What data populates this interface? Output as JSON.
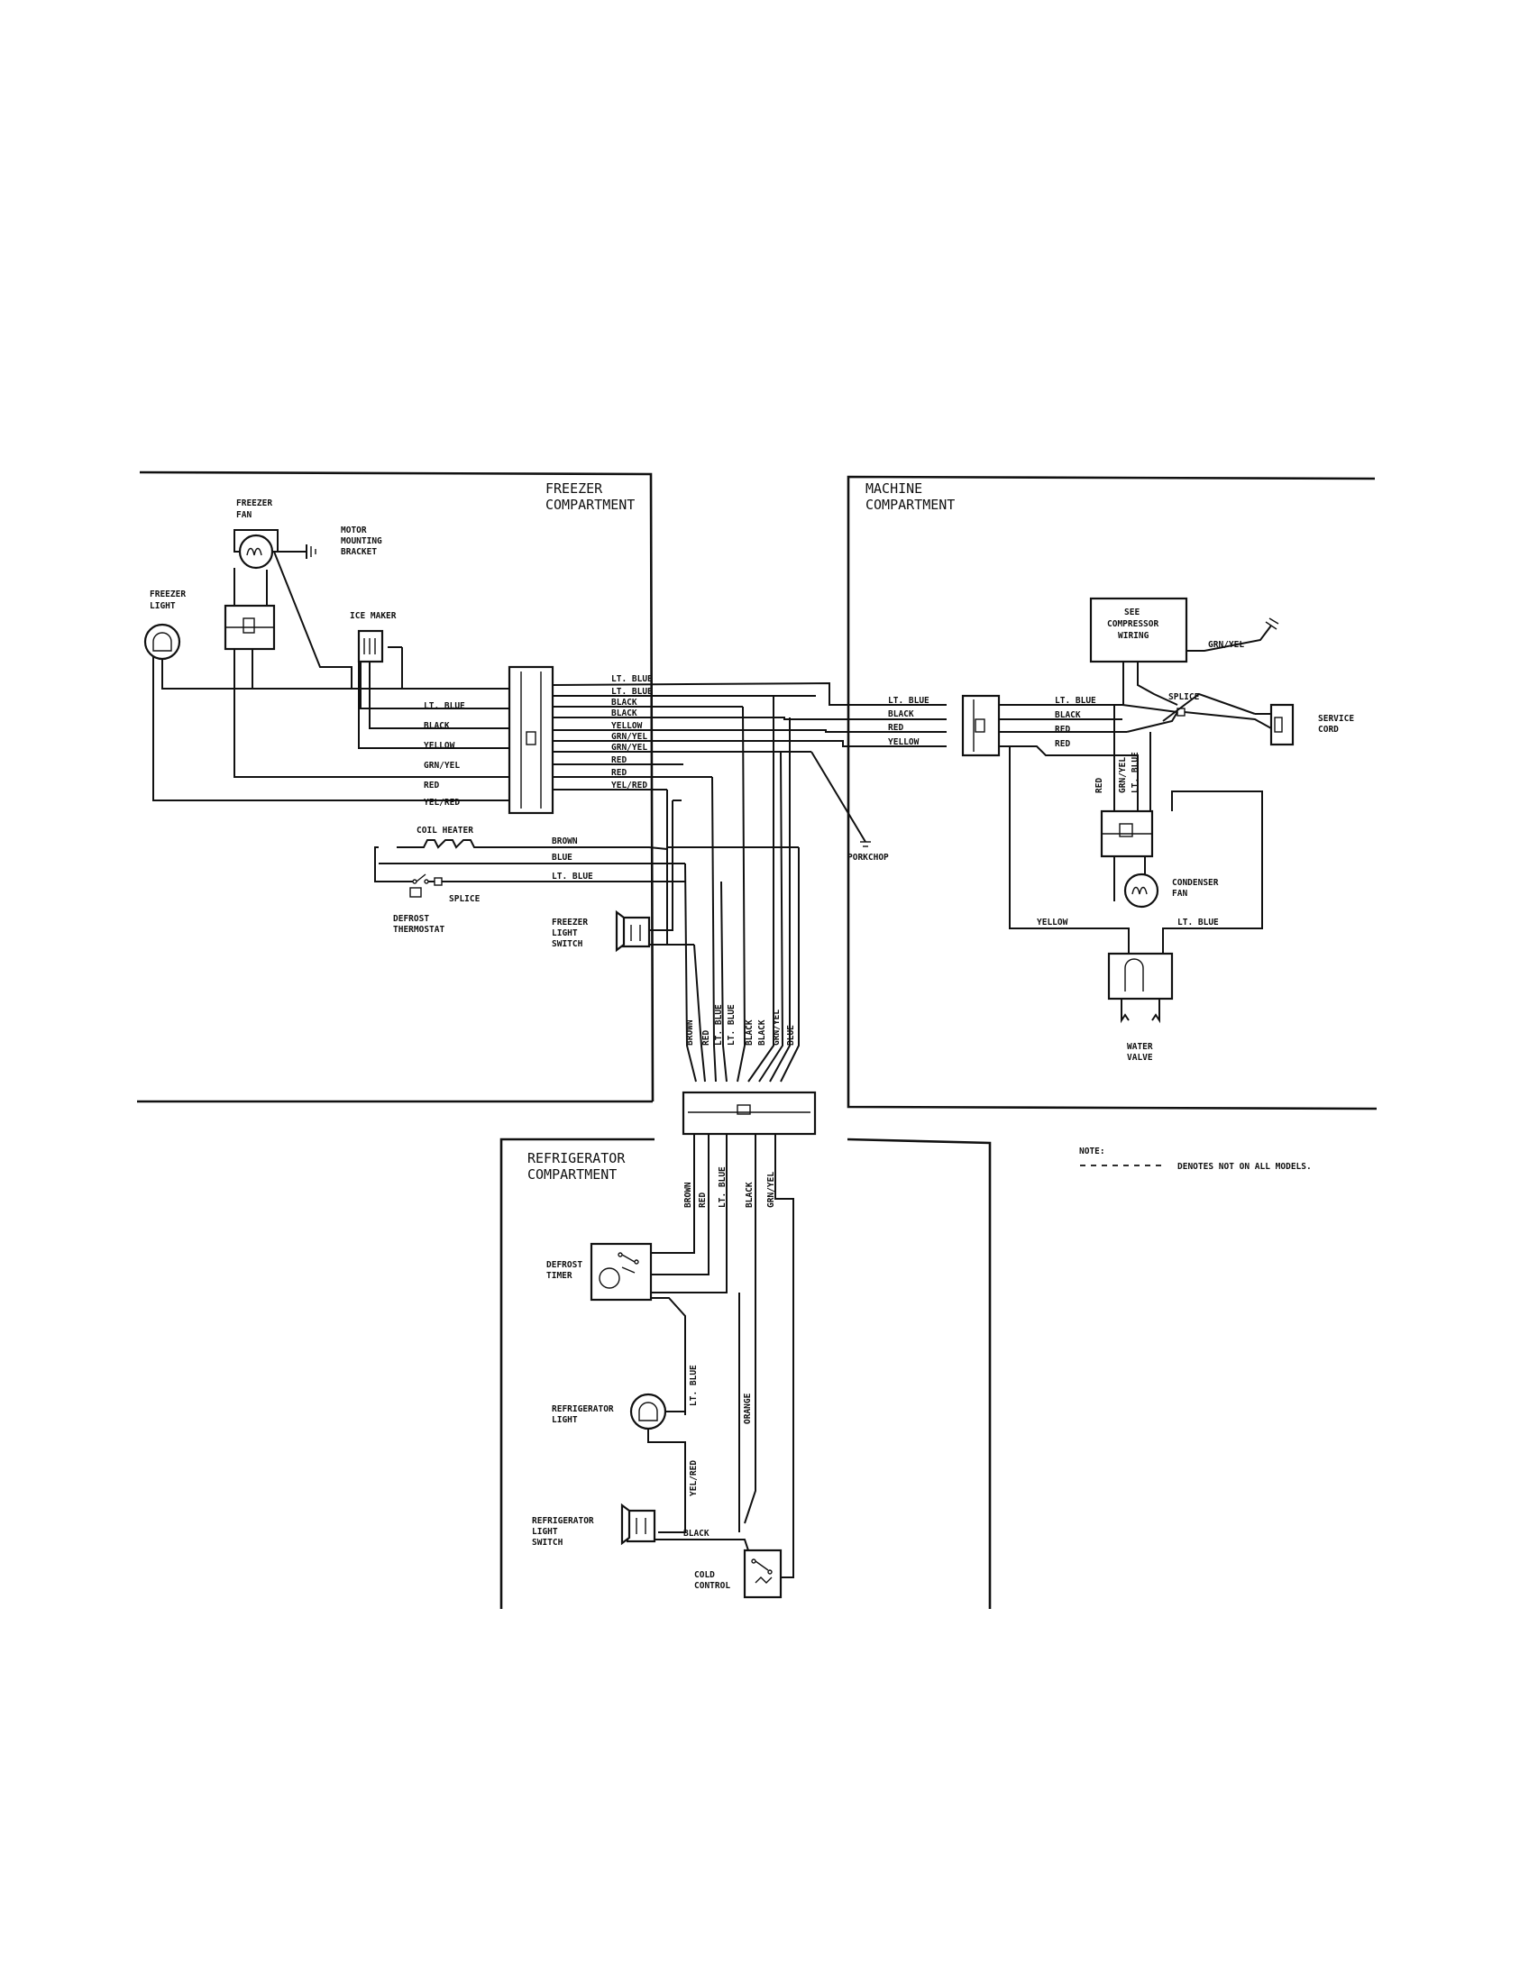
{
  "sections": {
    "freezer": [
      "FREEZER",
      "COMPARTMENT"
    ],
    "machine": [
      "MACHINE",
      "COMPARTMENT"
    ],
    "refrigerator": [
      "REFRIGERATOR",
      "COMPARTMENT"
    ]
  },
  "components": {
    "freezer_fan": [
      "FREEZER",
      "FAN"
    ],
    "motor_bracket": [
      "MOTOR",
      "MOUNTING",
      "BRACKET"
    ],
    "freezer_light": [
      "FREEZER",
      "LIGHT"
    ],
    "ice_maker": "ICE MAKER",
    "coil_heater": "COIL HEATER",
    "splice_left": "SPLICE",
    "defrost_thermostat": [
      "DEFROST",
      "THERMOSTAT"
    ],
    "freezer_light_switch": [
      "FREEZER",
      "LIGHT",
      "SWITCH"
    ],
    "porkchop": "PORKCHOP",
    "compressor": [
      "SEE",
      "COMPRESSOR",
      "WIRING"
    ],
    "splice_right": "SPLICE",
    "service_cord": [
      "SERVICE",
      "CORD"
    ],
    "condenser_fan": [
      "CONDENSER",
      "FAN"
    ],
    "water_valve": [
      "WATER",
      "VALVE"
    ],
    "defrost_timer": [
      "DEFROST",
      "TIMER"
    ],
    "refrigerator_light": [
      "REFRIGERATOR",
      "LIGHT"
    ],
    "refrigerator_light_switch": [
      "REFRIGERATOR",
      "LIGHT",
      "SWITCH"
    ],
    "cold_control": [
      "COLD",
      "CONTROL"
    ]
  },
  "wires": {
    "freezer_left": [
      "LT. BLUE",
      "BLACK",
      "YELLOW",
      "GRN/YEL",
      "RED",
      "YEL/RED"
    ],
    "freezer_right": [
      "LT. BLUE",
      "LT. BLUE",
      "BLACK",
      "BLACK",
      "YELLOW",
      "GRN/YEL",
      "GRN/YEL",
      "RED",
      "RED",
      "YEL/RED"
    ],
    "heater": [
      "BROWN",
      "BLUE",
      "LT. BLUE"
    ],
    "machine_left": [
      "LT. BLUE",
      "BLACK",
      "RED",
      "YELLOW"
    ],
    "machine_right": [
      "LT. BLUE",
      "BLACK",
      "RED",
      "RED"
    ],
    "compressor_grnyel": "GRN/YEL",
    "condenser_vertical": [
      "RED",
      "GRN/YEL",
      "LT. BLUE"
    ],
    "valve_left": "YELLOW",
    "valve_right": "LT. BLUE",
    "vertical_freezer": [
      "BROWN",
      "RED",
      "LT. BLUE",
      "LT. BLUE",
      "BLACK",
      "BLACK",
      "GRN/YEL",
      "BLUE"
    ],
    "vertical_refrigerator": [
      "BROWN",
      "RED",
      "LT. BLUE",
      "BLACK",
      "GRN/YEL"
    ],
    "timer_light": "LT. BLUE",
    "orange": "ORANGE",
    "yelred_light": "YEL/RED",
    "switch_black": "BLACK"
  },
  "note": {
    "label": "NOTE:",
    "text": "DENOTES NOT ON ALL MODELS."
  }
}
